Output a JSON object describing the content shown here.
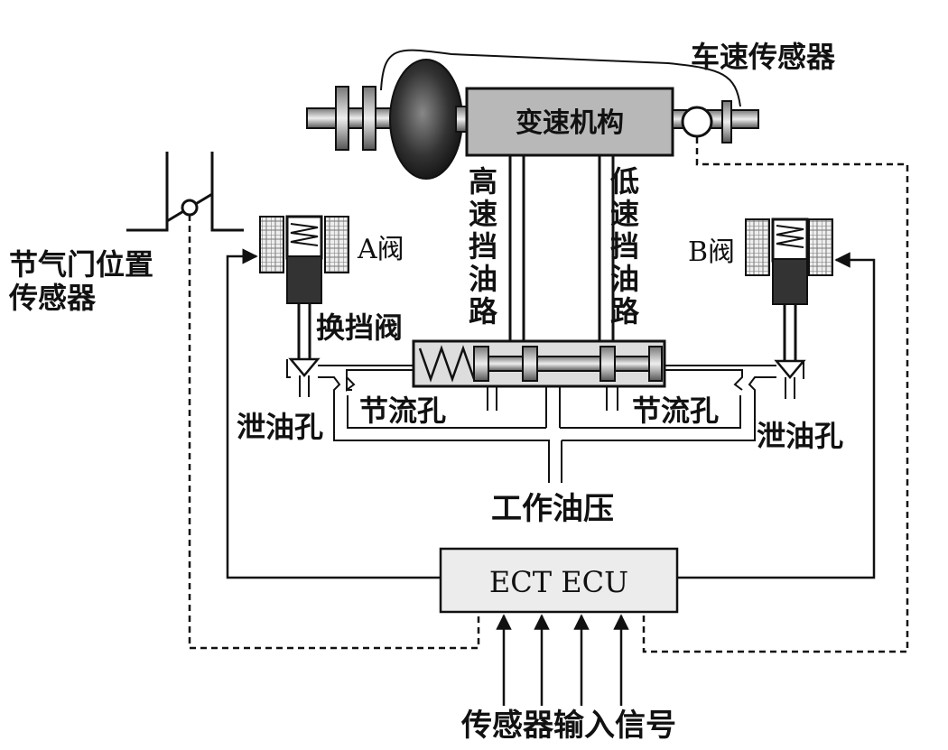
{
  "labels": {
    "vehicle_speed_sensor": "车速传感器",
    "transmission_mechanism": "变速机构",
    "high_gear_line": [
      "高",
      "速",
      "挡",
      "油",
      "路"
    ],
    "low_gear_line": [
      "低",
      "速",
      "挡",
      "油",
      "路"
    ],
    "throttle_sensor_line1": "节气门位置",
    "throttle_sensor_line2": "传感器",
    "valve_a": "A阀",
    "valve_b": "B阀",
    "shift_valve": "换挡阀",
    "orifice_left": "节流孔",
    "orifice_right": "节流孔",
    "drain_left": "泄油孔",
    "drain_right": "泄油孔",
    "working_pressure": "工作油压",
    "ecu": "ECT ECU",
    "sensor_inputs": "传感器输入信号"
  }
}
